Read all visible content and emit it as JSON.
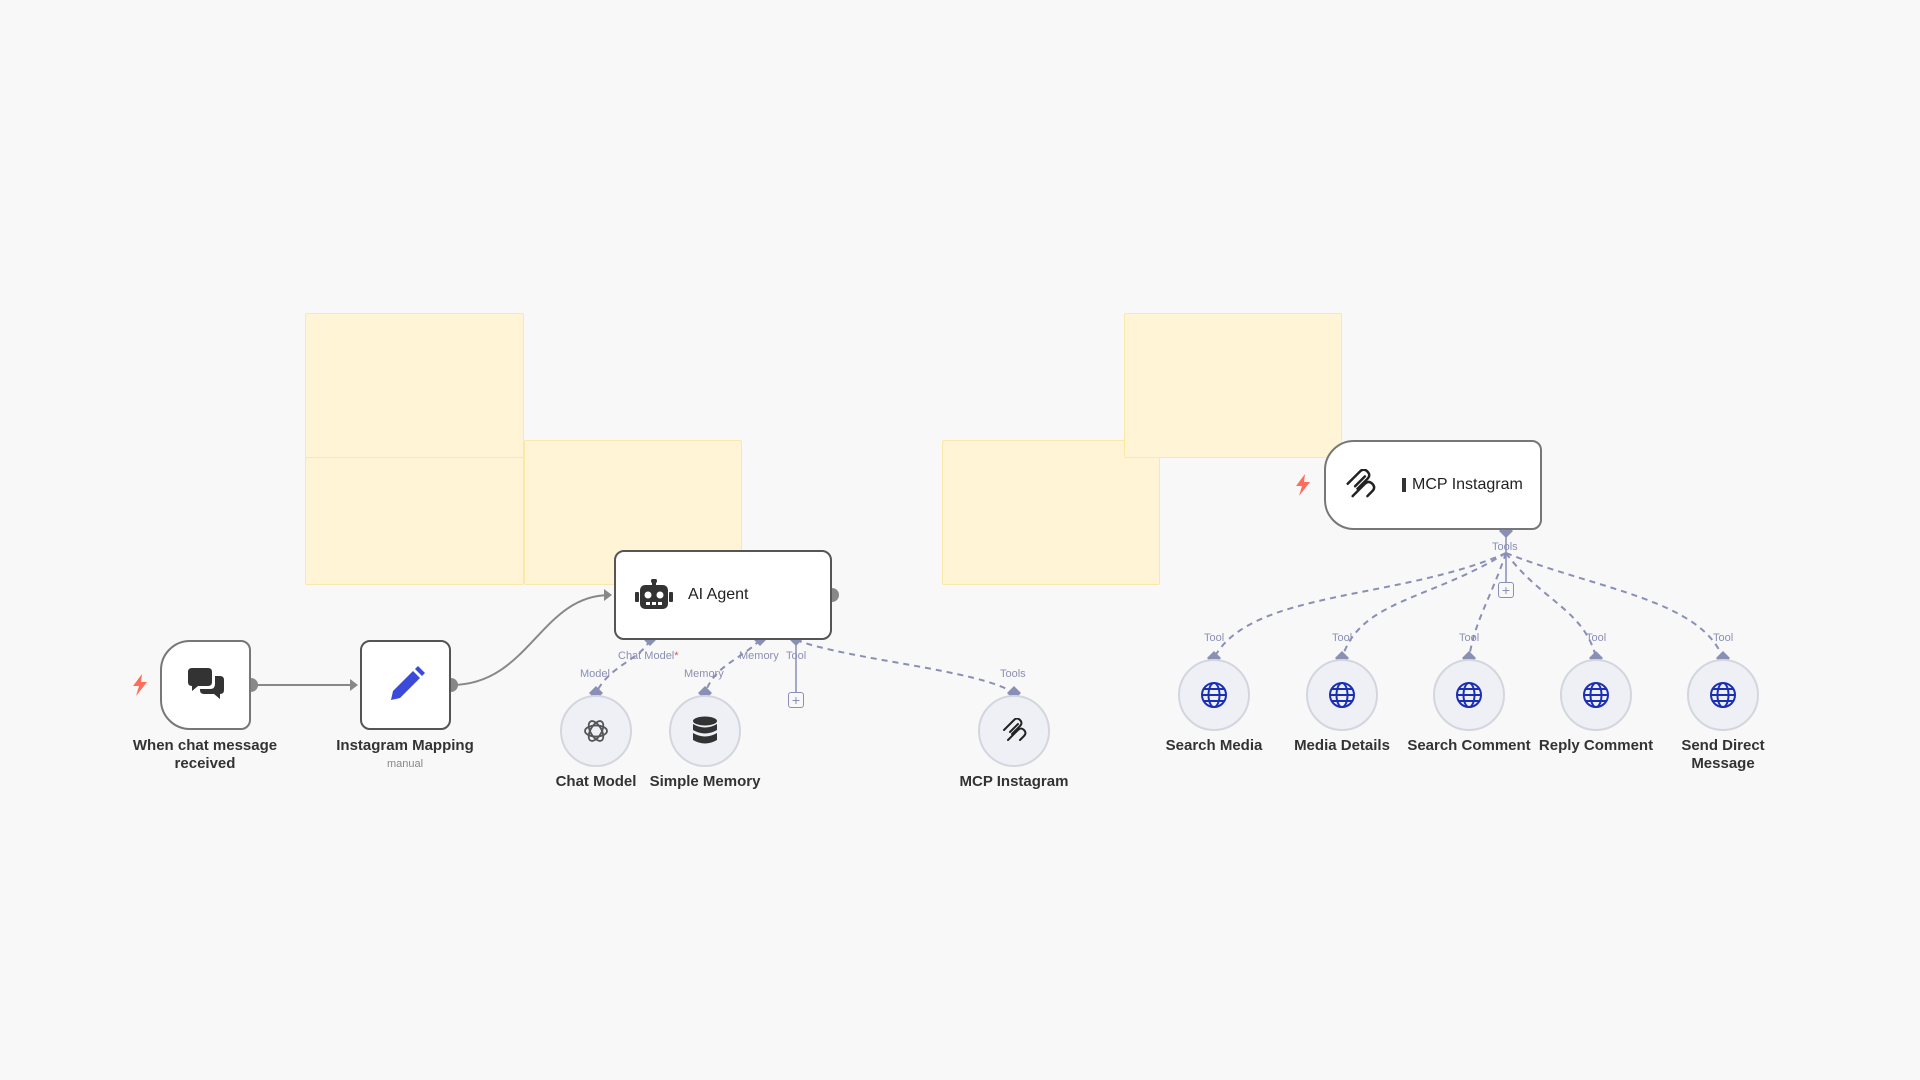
{
  "nodes": {
    "chat_trigger": {
      "label": "When chat message received",
      "icon": "chat-bubbles-icon"
    },
    "instagram_mapping": {
      "label": "Instagram Mapping",
      "sublabel": "manual",
      "icon": "pencil-icon"
    },
    "ai_agent": {
      "label": "AI Agent",
      "icon": "robot-icon",
      "ports": {
        "chat_model": "Chat Model",
        "required_mark": "*",
        "memory": "Memory",
        "tool": "Tool"
      }
    },
    "chat_model": {
      "label": "Chat Model",
      "port": "Model",
      "icon": "openai-icon"
    },
    "simple_memory": {
      "label": "Simple Memory",
      "port": "Memory",
      "icon": "database-icon"
    },
    "mcp_client": {
      "label": "MCP Instagram",
      "port": "Tools",
      "icon": "mcp-icon"
    },
    "mcp_server": {
      "label": "MCP Instagram",
      "port": "Tools",
      "icon": "mcp-icon"
    },
    "tools": [
      {
        "label": "Search Media",
        "port": "Tool",
        "icon": "globe-icon"
      },
      {
        "label": "Media Details",
        "port": "Tool",
        "icon": "globe-icon"
      },
      {
        "label": "Search Comment",
        "port": "Tool",
        "icon": "globe-icon"
      },
      {
        "label": "Reply Comment",
        "port": "Tool",
        "icon": "globe-icon"
      },
      {
        "label": "Send Direct Message",
        "port": "Tool",
        "icon": "globe-icon"
      }
    ]
  },
  "add_symbol": "+",
  "colors": {
    "background": "#f8f8f8",
    "sticky": "#fff5d6",
    "trigger": "#ff6d5a",
    "port": "#8a8fb5",
    "main_wire": "#888888",
    "pencil": "#3b4ad8",
    "globe": "#1b2fb4"
  }
}
